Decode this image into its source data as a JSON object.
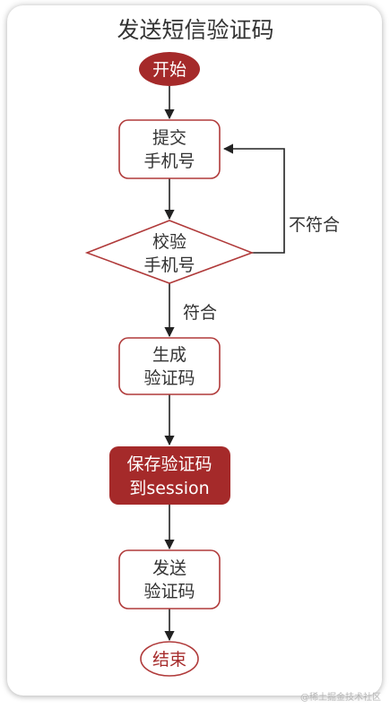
{
  "diagram": {
    "title": "发送短信验证码",
    "nodes": {
      "start": {
        "label": "开始"
      },
      "submit": {
        "line1": "提交",
        "line2": "手机号"
      },
      "validate": {
        "line1": "校验",
        "line2": "手机号"
      },
      "generate": {
        "line1": "生成",
        "line2": "验证码"
      },
      "save": {
        "line1": "保存验证码",
        "line2": "到session"
      },
      "send": {
        "line1": "发送",
        "line2": "验证码"
      },
      "end": {
        "label": "结束"
      }
    },
    "edges": {
      "mismatch": "不符合",
      "match": "符合"
    }
  },
  "watermark": "@稀土掘金技术社区",
  "colors": {
    "accent": "#a52a2a",
    "box_border": "#b03a3a",
    "title": "#333333",
    "text": "#333333",
    "arrow": "#222222"
  }
}
